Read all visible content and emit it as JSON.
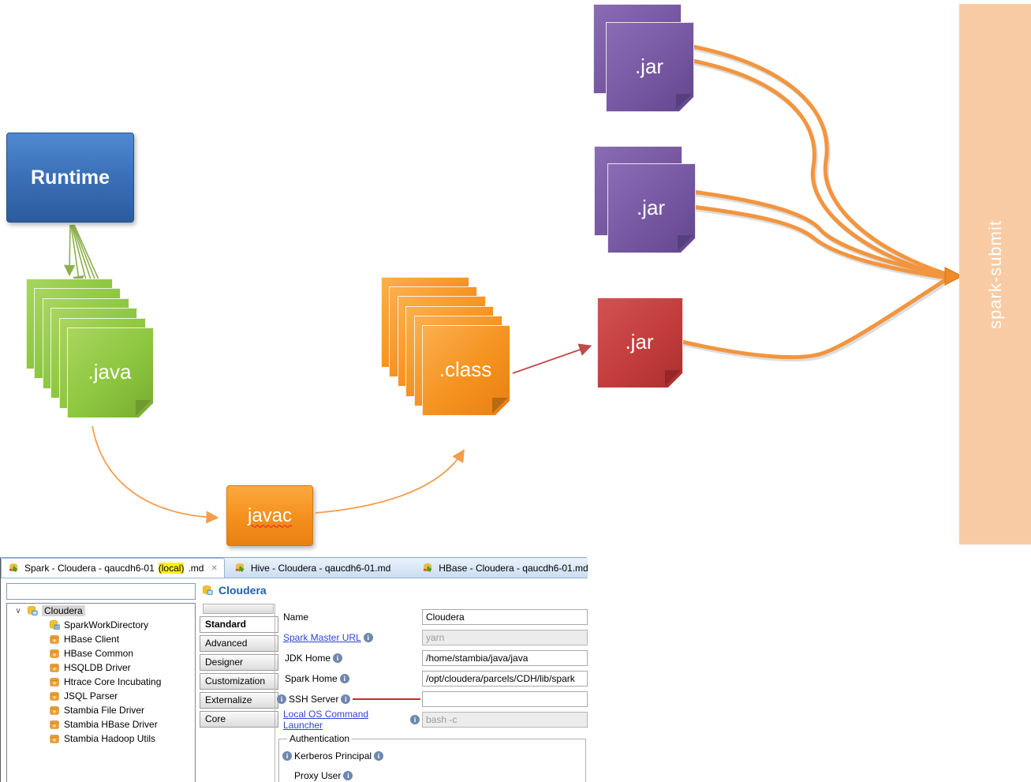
{
  "diagram": {
    "nodes": {
      "runtime": {
        "label": "Runtime",
        "color": "#3b72b9"
      },
      "java": {
        "label": ".java",
        "color": "#8cc63e"
      },
      "javac": {
        "label": "javac",
        "color": "#f5921f"
      },
      "class": {
        "label": ".class",
        "color": "#f5921f"
      },
      "jar_purple_top": {
        "label": ".jar",
        "color": "#74559f"
      },
      "jar_purple_mid": {
        "label": ".jar",
        "color": "#74559f"
      },
      "jar_red": {
        "label": ".jar",
        "color": "#c23b3b"
      },
      "spark_submit": {
        "label": "spark-submit",
        "color": "#f9cba4"
      }
    },
    "connector_colors": {
      "main": "#f2953f",
      "thin_orange": "#f49d4d",
      "green": "#8cb04c",
      "red": "#be4b48"
    }
  },
  "ide": {
    "tabs": [
      {
        "prefix": "Spark - Cloudera - qaucdh6-01 ",
        "highlight": "(local)",
        "suffix": ".md",
        "close": "✕",
        "active": true
      },
      {
        "label": "Hive - Cloudera - qaucdh6-01.md"
      },
      {
        "label": "HBase - Cloudera - qaucdh6-01.md"
      }
    ],
    "filter": {
      "value": ""
    },
    "tree": {
      "root": {
        "label": "Cloudera",
        "icon": "database-screen-icon",
        "expanded": true,
        "selected": true
      },
      "items": [
        {
          "label": "SparkWorkDirectory",
          "icon": "database-table-icon"
        },
        {
          "label": "HBase Client",
          "icon": "package-icon"
        },
        {
          "label": "HBase Common",
          "icon": "package-icon"
        },
        {
          "label": "HSQLDB Driver",
          "icon": "package-icon"
        },
        {
          "label": "Htrace Core Incubating",
          "icon": "package-icon"
        },
        {
          "label": "JSQL Parser",
          "icon": "package-icon"
        },
        {
          "label": "Stambia File Driver",
          "icon": "package-icon"
        },
        {
          "label": "Stambia HBase Driver",
          "icon": "package-icon"
        },
        {
          "label": "Stambia Hadoop Utils",
          "icon": "package-icon"
        }
      ]
    },
    "properties": {
      "title": "Cloudera",
      "tabs": [
        {
          "label": "Standard",
          "selected": true
        },
        {
          "label": "Advanced"
        },
        {
          "label": "Designer"
        },
        {
          "label": "Customization"
        },
        {
          "label": "Externalize"
        },
        {
          "label": "Core"
        }
      ],
      "fields": [
        {
          "label": "Name",
          "value": "Cloudera",
          "disabled": false
        },
        {
          "label": "Spark Master URL",
          "link": true,
          "value": "yarn",
          "disabled": true
        },
        {
          "label": "JDK Home",
          "value": "/home/stambia/java/java",
          "disabled": false
        },
        {
          "label": "Spark Home",
          "value": "/opt/cloudera/parcels/CDH/lib/spark",
          "disabled": false
        },
        {
          "label": "SSH Server",
          "value": "",
          "disabled": false
        },
        {
          "label": "Local OS Command Launcher",
          "link": true,
          "value": "bash -c",
          "disabled": true
        }
      ],
      "group": {
        "legend": "Authentication",
        "fields": [
          {
            "label": "Kerberos Principal"
          },
          {
            "label": "Proxy User"
          }
        ]
      }
    },
    "colors": {
      "link": "#2e43d8",
      "highlight": "#fbf206",
      "tabbar": "#cbddf1",
      "annotation_red": "#cc2b2b"
    }
  }
}
